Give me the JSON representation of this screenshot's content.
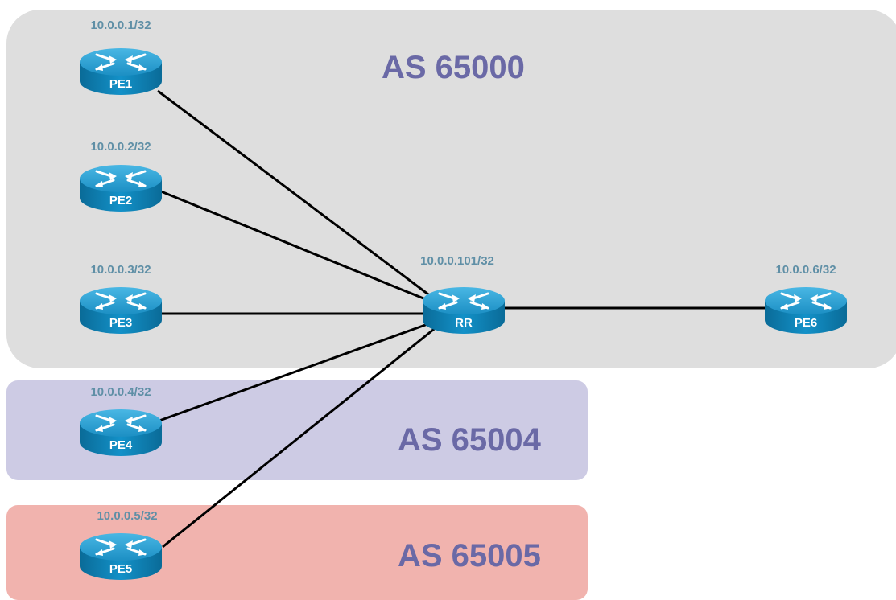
{
  "zones": [
    {
      "id": "as65000",
      "title": "AS 65000",
      "fill": "#dedede"
    },
    {
      "id": "as65004",
      "title": "AS 65004",
      "fill": "#cdcbe4"
    },
    {
      "id": "as65005",
      "title": "AS 65005",
      "fill": "#f1b3ae"
    }
  ],
  "routers": [
    {
      "id": "pe1",
      "name": "PE1",
      "ip": "10.0.0.1/32"
    },
    {
      "id": "pe2",
      "name": "PE2",
      "ip": "10.0.0.2/32"
    },
    {
      "id": "pe3",
      "name": "PE3",
      "ip": "10.0.0.3/32"
    },
    {
      "id": "pe4",
      "name": "PE4",
      "ip": "10.0.0.4/32"
    },
    {
      "id": "pe5",
      "name": "PE5",
      "ip": "10.0.0.5/32"
    },
    {
      "id": "rr",
      "name": "RR",
      "ip": "10.0.0.101/32"
    },
    {
      "id": "pe6",
      "name": "PE6",
      "ip": "10.0.0.6/32"
    }
  ],
  "links": [
    {
      "from": "pe1",
      "to": "rr"
    },
    {
      "from": "pe2",
      "to": "rr"
    },
    {
      "from": "pe3",
      "to": "rr"
    },
    {
      "from": "pe4",
      "to": "rr"
    },
    {
      "from": "pe5",
      "to": "rr"
    },
    {
      "from": "rr",
      "to": "pe6"
    }
  ],
  "colors": {
    "router_body": "#0f7fb1",
    "router_top": "#2ea3d6",
    "label_blue": "#5f8fa6",
    "as_title": "#6a69a6"
  },
  "icons": {
    "router": "router-icon"
  }
}
